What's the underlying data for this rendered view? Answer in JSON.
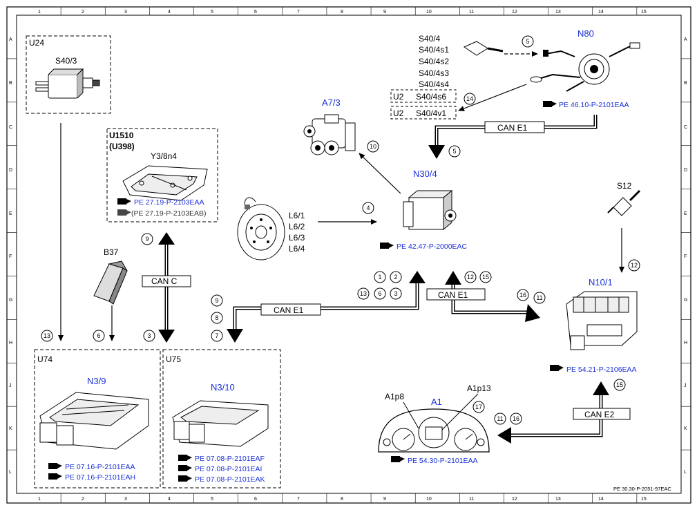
{
  "grid": {
    "columns": [
      "1",
      "2",
      "3",
      "4",
      "5",
      "6",
      "7",
      "8",
      "9",
      "10",
      "11",
      "12",
      "13",
      "14",
      "15"
    ],
    "rows": [
      "A",
      "B",
      "C",
      "D",
      "E",
      "F",
      "G",
      "H",
      "J",
      "K",
      "L"
    ]
  },
  "footer_code": "PE 30.30-P-2051-97EAC",
  "components": {
    "u24": {
      "group": "U24",
      "name": "S40/3"
    },
    "u1510": {
      "group": "U1510",
      "group_alt": "(U398)",
      "name": "Y3/8n4",
      "ref1": "PE 27.19-P-2103EAA",
      "ref2": "(PE 27.19-P-2103EAB)"
    },
    "b37": {
      "name": "B37"
    },
    "wheel": {
      "l1": "L6/1",
      "l2": "L6/2",
      "l3": "L6/3",
      "l4": "L6/4"
    },
    "a73": {
      "name": "A7/3"
    },
    "n304": {
      "name": "N30/4",
      "ref": "PE 42.47-P-2000EAC"
    },
    "switches": {
      "s1": "S40/4",
      "s2": "S40/4s1",
      "s3": "S40/4s2",
      "s4": "S40/4s3",
      "s5": "S40/4s4",
      "s6": "S40/4s6",
      "s7": "S40/4v1",
      "u2a": "U2",
      "u2b": "U2"
    },
    "n80": {
      "name": "N80",
      "ref": "PE 46.10-P-2101EAA"
    },
    "s12": {
      "name": "S12"
    },
    "n101": {
      "name": "N10/1",
      "ref": "PE 54.21-P-2106EAA"
    },
    "u74": {
      "group": "U74",
      "name": "N3/9",
      "ref1": "PE 07.16-P-2101EAA",
      "ref2": "PE 07.16-P-2101EAH"
    },
    "u75": {
      "group": "U75",
      "name": "N3/10",
      "ref1": "PE 07.08-P-2101EAF",
      "ref2": "PE 07.08-P-2101EAI",
      "ref3": "PE 07.08-P-2101EAK"
    },
    "a1": {
      "name": "A1",
      "p8": "A1p8",
      "p13": "A1p13",
      "ref": "PE 54.30-P-2101EAA"
    }
  },
  "bus_labels": {
    "can_c": "CAN C",
    "can_e1_top": "CAN E1",
    "can_e1_left": "CAN E1",
    "can_e1_right": "CAN E1",
    "can_e2": "CAN E2"
  },
  "markers": {
    "m5a": "5",
    "m14": "14",
    "m5b": "5",
    "m10": "10",
    "m4": "4",
    "m12a": "12",
    "m9a": "9",
    "m1": "1",
    "m2": "2",
    "m13a": "13",
    "m6a": "6",
    "m3a": "3",
    "m12b": "12",
    "m15a": "15",
    "m16a": "16",
    "m11a": "11",
    "m9b": "9",
    "m8": "8",
    "m7": "7",
    "m13b": "13",
    "m6b": "6",
    "m3b": "3",
    "m15b": "15",
    "m17": "17",
    "m11b": "11",
    "m16b": "16"
  }
}
